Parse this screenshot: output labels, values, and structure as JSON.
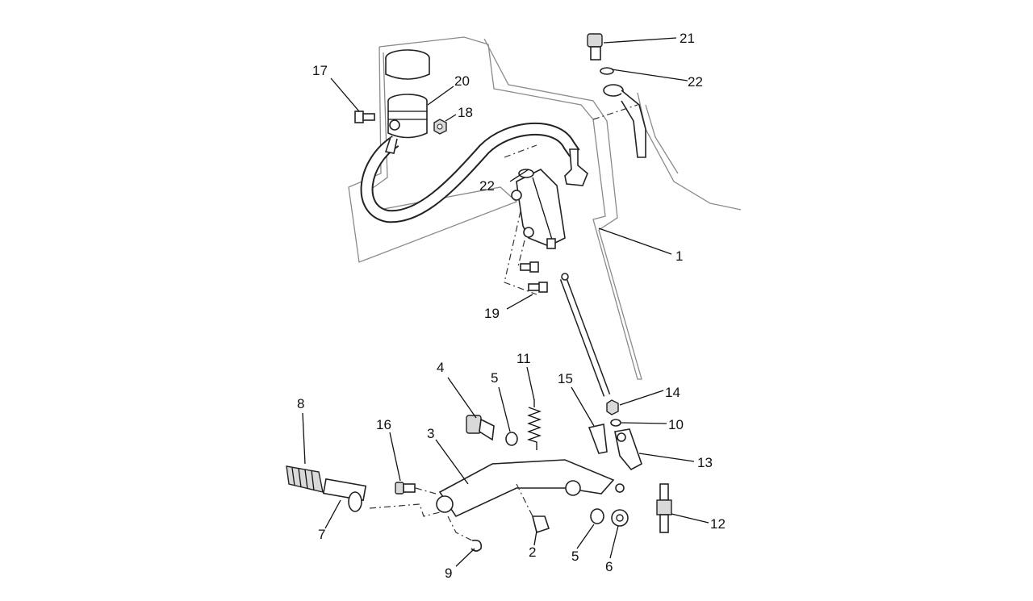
{
  "callouts": [
    {
      "id": "c1",
      "label": "1"
    },
    {
      "id": "c2",
      "label": "2"
    },
    {
      "id": "c3",
      "label": "3"
    },
    {
      "id": "c4",
      "label": "4"
    },
    {
      "id": "c5a",
      "label": "5"
    },
    {
      "id": "c5b",
      "label": "5"
    },
    {
      "id": "c6",
      "label": "6"
    },
    {
      "id": "c7",
      "label": "7"
    },
    {
      "id": "c8",
      "label": "8"
    },
    {
      "id": "c9",
      "label": "9"
    },
    {
      "id": "c10",
      "label": "10"
    },
    {
      "id": "c11",
      "label": "11"
    },
    {
      "id": "c12",
      "label": "12"
    },
    {
      "id": "c13",
      "label": "13"
    },
    {
      "id": "c14",
      "label": "14"
    },
    {
      "id": "c15",
      "label": "15"
    },
    {
      "id": "c16",
      "label": "16"
    },
    {
      "id": "c17",
      "label": "17"
    },
    {
      "id": "c18",
      "label": "18"
    },
    {
      "id": "c19",
      "label": "19"
    },
    {
      "id": "c20",
      "label": "20"
    },
    {
      "id": "c21",
      "label": "21"
    },
    {
      "id": "c22a",
      "label": "22"
    },
    {
      "id": "c22b",
      "label": "22"
    }
  ]
}
